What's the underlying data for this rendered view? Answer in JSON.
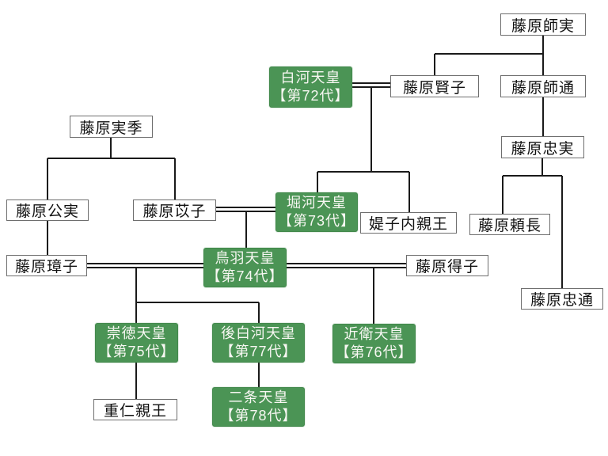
{
  "diagram": {
    "type": "family-tree",
    "colors": {
      "emperor_box_bg": "#4b9455",
      "emperor_box_text": "#f7f7f2",
      "plain_box_bg": "#ffffff",
      "plain_box_border": "#6e6e6e",
      "line": "#1a1a1a",
      "background": "#ffffff"
    }
  },
  "nodes": {
    "morozane": {
      "name": "藤原師実"
    },
    "shirakawa": {
      "name": "白河天皇",
      "gen": "【第72代】"
    },
    "kenshi": {
      "name": "藤原賢子"
    },
    "moromichi": {
      "name": "藤原師通"
    },
    "sanesue": {
      "name": "藤原実季"
    },
    "tadazane": {
      "name": "藤原忠実"
    },
    "kinzane": {
      "name": "藤原公実"
    },
    "ishi": {
      "name": "藤原苡子"
    },
    "horikawa": {
      "name": "堀河天皇",
      "gen": "【第73代】"
    },
    "teishi": {
      "name": "媞子内親王"
    },
    "yorinaga": {
      "name": "藤原頼長"
    },
    "tamako": {
      "name": "藤原璋子"
    },
    "toba": {
      "name": "鳥羽天皇",
      "gen": "【第74代】"
    },
    "nariko": {
      "name": "藤原得子"
    },
    "tadamichi": {
      "name": "藤原忠通"
    },
    "sutoku": {
      "name": "崇徳天皇",
      "gen": "【第75代】"
    },
    "goshirakawa": {
      "name": "後白河天皇",
      "gen": "【第77代】"
    },
    "konoe": {
      "name": "近衛天皇",
      "gen": "【第76代】"
    },
    "shigehito": {
      "name": "重仁親王"
    },
    "nijo": {
      "name": "二条天皇",
      "gen": "【第78代】"
    }
  },
  "relationships": {
    "marriages": [
      [
        "shirakawa",
        "kenshi"
      ],
      [
        "horikawa",
        "ishi"
      ],
      [
        "toba",
        "tamako"
      ],
      [
        "toba",
        "nariko"
      ]
    ],
    "parent_child": [
      [
        "morozane",
        "moromichi"
      ],
      [
        "morozane",
        "kenshi"
      ],
      [
        "moromichi",
        "tadazane"
      ],
      [
        "tadazane",
        "yorinaga"
      ],
      [
        "tadazane",
        "tadamichi"
      ],
      [
        "sanesue",
        "kinzane"
      ],
      [
        "sanesue",
        "ishi"
      ],
      [
        "kinzane",
        "tamako"
      ],
      [
        "shirakawa+kenshi",
        "horikawa"
      ],
      [
        "shirakawa+kenshi",
        "teishi"
      ],
      [
        "horikawa+ishi",
        "toba"
      ],
      [
        "toba+tamako",
        "sutoku"
      ],
      [
        "toba+tamako",
        "goshirakawa"
      ],
      [
        "toba+nariko",
        "konoe"
      ],
      [
        "sutoku",
        "shigehito"
      ],
      [
        "goshirakawa",
        "nijo"
      ]
    ]
  }
}
